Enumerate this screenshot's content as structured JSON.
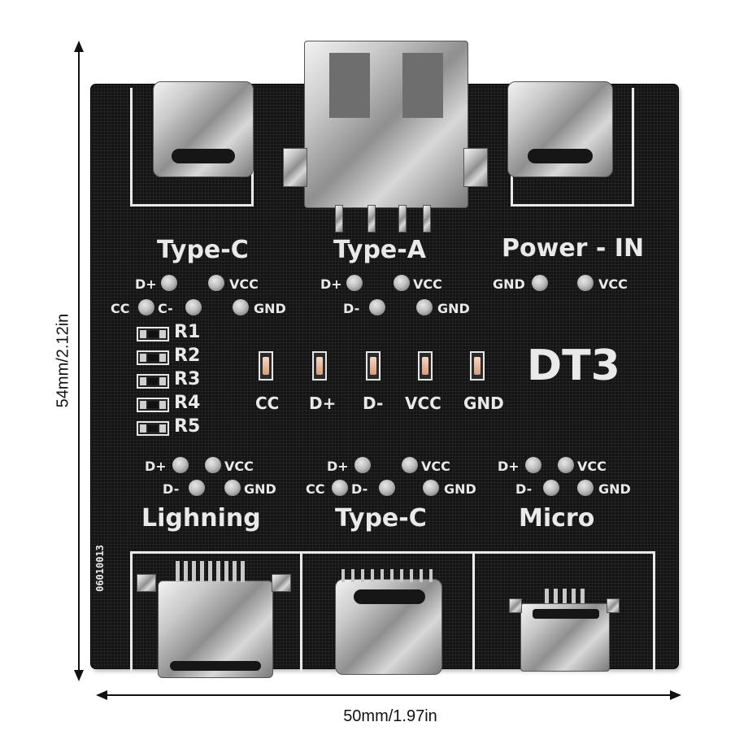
{
  "dimensions": {
    "height_label": "54mm/2.12in",
    "width_label": "50mm/1.97in"
  },
  "board": {
    "model": "DT3",
    "serial": "06010013",
    "top_ports": {
      "left": "Type-C",
      "center": "Type-A",
      "right": "Power - IN"
    },
    "bottom_ports": {
      "left": "Lighning",
      "center": "Type-C",
      "right": "Micro"
    },
    "pads": {
      "tc_top": {
        "d_plus": "D+",
        "vcc": "VCC",
        "cc": "CC",
        "d_minus": "C-",
        "gnd": "GND"
      },
      "ta": {
        "d_plus": "D+",
        "vcc": "VCC",
        "d_minus": "D-",
        "gnd": "GND"
      },
      "pin": {
        "gnd": "GND",
        "vcc": "VCC"
      },
      "light": {
        "d_plus": "D+",
        "vcc": "VCC",
        "d_minus": "D-",
        "gnd": "GND"
      },
      "tc_bottom": {
        "d_plus": "D+",
        "vcc": "VCC",
        "cc": "CC",
        "d_minus": "D-",
        "gnd": "GND"
      },
      "micro": {
        "d_plus": "D+",
        "vcc": "VCC",
        "d_minus": "D-",
        "gnd": "GND"
      }
    },
    "resistors": [
      "R1",
      "R2",
      "R3",
      "R4",
      "R5"
    ],
    "leds": [
      "CC",
      "D+",
      "D-",
      "VCC",
      "GND"
    ]
  },
  "colors": {
    "board": "#141414",
    "silkscreen": "#e9e9e9",
    "led": "#e8b898"
  }
}
